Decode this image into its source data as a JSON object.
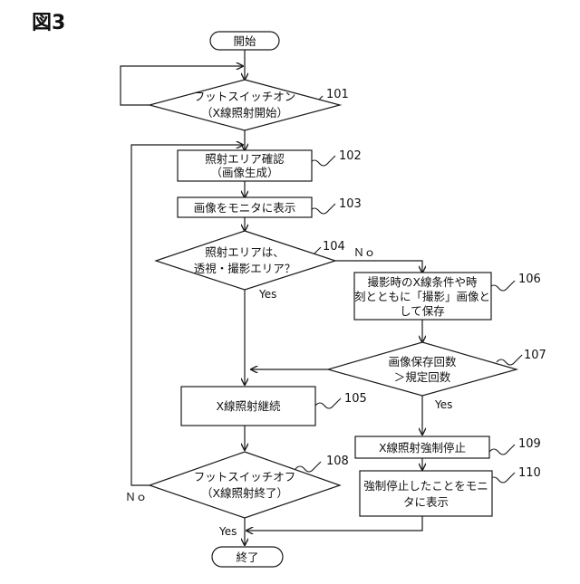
{
  "figure_title": "図3",
  "nodes": {
    "start": {
      "label": "開始"
    },
    "n101": {
      "lines": [
        "フットスイッチオン",
        "（X線照射開始）"
      ],
      "ref": "101"
    },
    "n102": {
      "lines": [
        "照射エリア確認",
        "（画像生成）"
      ],
      "ref": "102"
    },
    "n103": {
      "lines": [
        "画像をモニタに表示"
      ],
      "ref": "103"
    },
    "n104": {
      "lines": [
        "照射エリアは、",
        "透視・撮影エリア？"
      ],
      "ref": "104",
      "no_label": "Ｎｏ",
      "yes_label": "Yes"
    },
    "n106": {
      "lines": [
        "撮影時のX線条件や時",
        "刻とともに「撮影」画像と",
        "して保存"
      ],
      "ref": "106"
    },
    "n107": {
      "lines": [
        "画像保存回数",
        "＞規定回数"
      ],
      "ref": "107",
      "yes_label": "Yes"
    },
    "n105": {
      "lines": [
        "X線照射継続"
      ],
      "ref": "105"
    },
    "n109": {
      "lines": [
        "X線照射強制停止"
      ],
      "ref": "109"
    },
    "n108": {
      "lines": [
        "フットスイッチオフ",
        "（X線照射終了）"
      ],
      "ref": "108",
      "no_label": "Ｎｏ",
      "yes_label": "Yes"
    },
    "n110": {
      "lines": [
        "強制停止したことをモニ",
        "タに表示"
      ],
      "ref": "110"
    },
    "end": {
      "label": "終了"
    }
  }
}
